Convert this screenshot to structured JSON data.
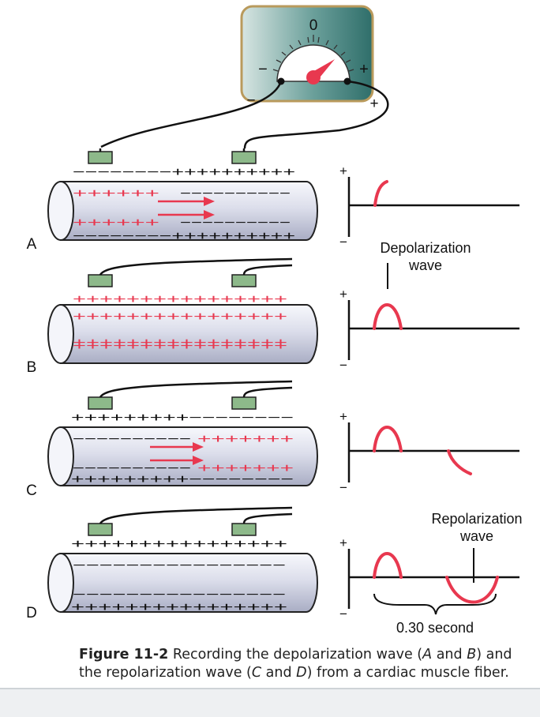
{
  "meter": {
    "zero": "0",
    "minus": "−",
    "plus": "+",
    "lead_minus": "−",
    "lead_plus": "+"
  },
  "panels": [
    {
      "letter": "A",
      "top": "−−−−−−−−++++++++++",
      "bottom": "−−−−−−−−++++++++++"
    },
    {
      "letter": "B",
      "top": "++++++++++++++++",
      "bottom": "++++++++++++++++"
    },
    {
      "letter": "C",
      "top": "+++++++++−−−−−−−−",
      "bottom": "+++++++++−−−−−−−−"
    },
    {
      "letter": "D",
      "top": "++++++++++++++++",
      "bottom": "++++++++++++++++"
    }
  ],
  "graph_labels": {
    "plus": "+",
    "minus": "−",
    "depolarization": [
      "Depolarization",
      "wave"
    ],
    "repolarization": [
      "Repolarization",
      "wave"
    ],
    "interval": "0.30 second"
  },
  "caption": {
    "label": "Figure 11-2",
    "p1": " Recording the depolarization wave (",
    "a": "A",
    "and1": " and ",
    "b": "B",
    "p2": ") and the repolarization wave (",
    "c": "C",
    "and2": " and ",
    "d": "D",
    "p3": ") from a cardiac muscle fiber."
  },
  "colors": {
    "red": "#e8384f",
    "electrode": "#8db98a",
    "meter_teal": "#3f7f7c",
    "cylinder": "#dfe1ee"
  }
}
